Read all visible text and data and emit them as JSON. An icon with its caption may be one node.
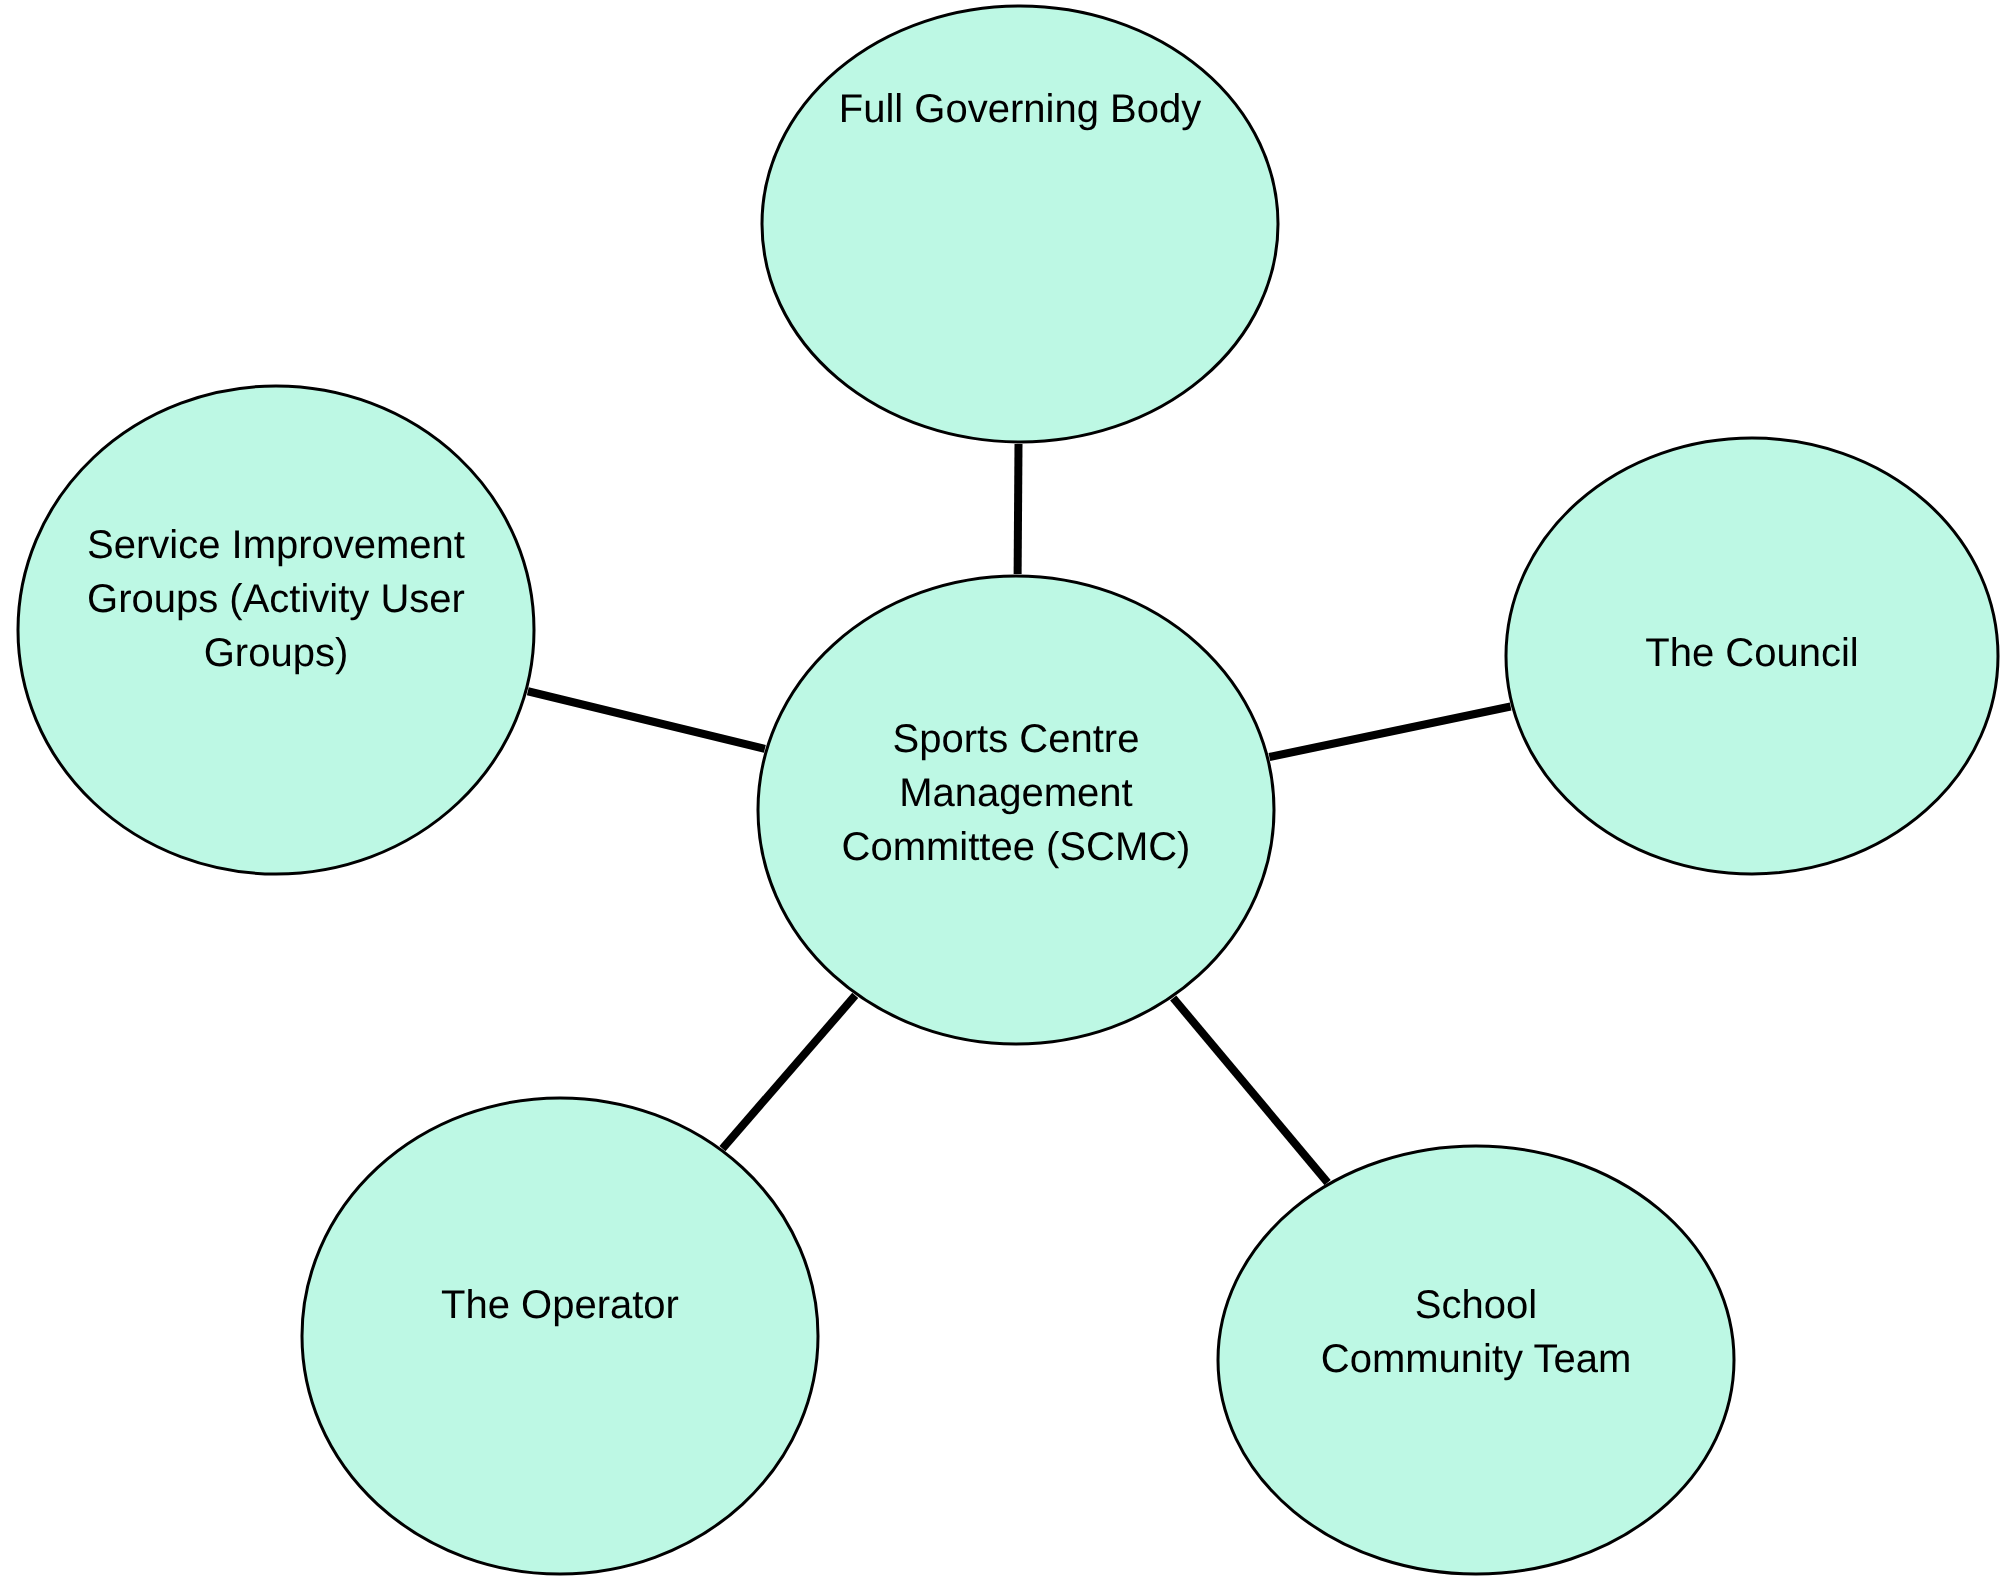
{
  "diagram": {
    "nodes": [
      {
        "text": [
          "Full Governing Body"
        ]
      },
      {
        "text": [
          "Service Improvement Groups (Activity User Groups)"
        ]
      },
      {
        "text": [
          "The Council"
        ]
      },
      {
        "text": [
          "Sports Centre Management Committee (SCMC)"
        ]
      },
      {
        "text": [
          "The Operator"
        ]
      },
      {
        "text": [
          "School Community Team"
        ]
      }
    ],
    "edges": [
      {
        "from": 3,
        "to": 0,
        "arrow": "none"
      },
      {
        "from": 3,
        "to": 1,
        "arrow": "none"
      },
      {
        "from": 3,
        "to": 2,
        "arrow": "none"
      },
      {
        "from": 3,
        "to": 4,
        "arrow": "none"
      },
      {
        "from": 3,
        "to": 5,
        "arrow": "none"
      }
    ]
  }
}
